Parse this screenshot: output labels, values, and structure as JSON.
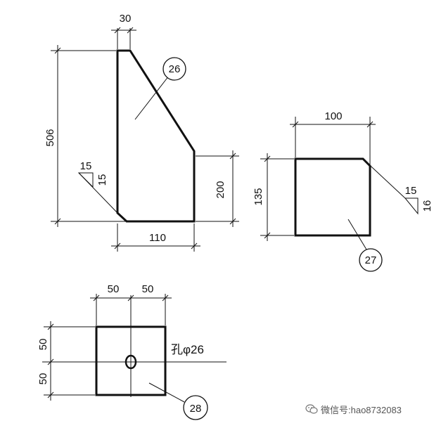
{
  "parts": {
    "p26": {
      "label": "26",
      "dims": {
        "top_width": "30",
        "height": "506",
        "right_height": "200",
        "bottom_width": "110"
      },
      "slope": {
        "run": "15",
        "rise": "15"
      }
    },
    "p27": {
      "label": "27",
      "dims": {
        "width": "100",
        "height": "135"
      },
      "slope": {
        "run": "15",
        "rise": "16"
      }
    },
    "p28": {
      "label": "28",
      "dims": {
        "left_width": "50",
        "right_width": "50",
        "top_height": "50",
        "bottom_height": "50"
      },
      "hole": "孔φ26"
    }
  },
  "watermark": {
    "text": "微信号:hao8732083",
    "icon": "wechat-icon"
  }
}
